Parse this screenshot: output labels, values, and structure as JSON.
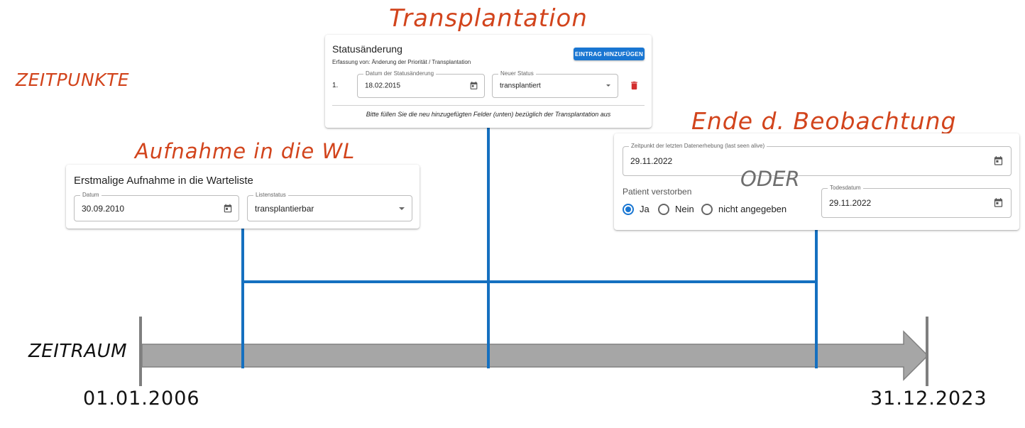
{
  "headings": {
    "zeitpunkte": "ZEITPUNKTE",
    "transplantation": "Transplantation",
    "aufnahme": "Aufnahme in die WL",
    "ende": "Ende d. Beobachtung",
    "oder": "ODER",
    "zeitraum": "ZEITRAUM"
  },
  "timeline": {
    "start": "01.01.2006",
    "end": "31.12.2023"
  },
  "status_card": {
    "title": "Statusänderung",
    "subtitle": "Erfassung von: Änderung der Priorität / Transplantation",
    "add_button": "EINTRAG HINZUFÜGEN",
    "row_number": "1.",
    "date_label": "Datum der Statusänderung",
    "date_value": "18.02.2015",
    "status_label": "Neuer Status",
    "status_value": "transplantiert",
    "note": "Bitte füllen Sie die neu hinzugefügten Felder (unten) bezüglich der Transplantation aus"
  },
  "aufnahme_card": {
    "title": "Erstmalige Aufnahme in die Warteliste",
    "date_label": "Datum",
    "date_value": "30.09.2010",
    "status_label": "Listenstatus",
    "status_value": "transplantierbar"
  },
  "ende_card": {
    "last_seen_label": "Zeitpunkt der letzten Datenerhebung (last seen alive)",
    "last_seen_value": "29.11.2022",
    "deceased_label": "Patient verstorben",
    "options": [
      "Ja",
      "Nein",
      "nicht angegeben"
    ],
    "selected_option": "Ja",
    "death_date_label": "Todesdatum",
    "death_date_value": "29.11.2022"
  },
  "colors": {
    "heading": "#d2441c",
    "connector": "#1570c0",
    "arrow_fill": "#a6a6a6",
    "primary": "#1976d2",
    "delete": "#d32f2f"
  }
}
